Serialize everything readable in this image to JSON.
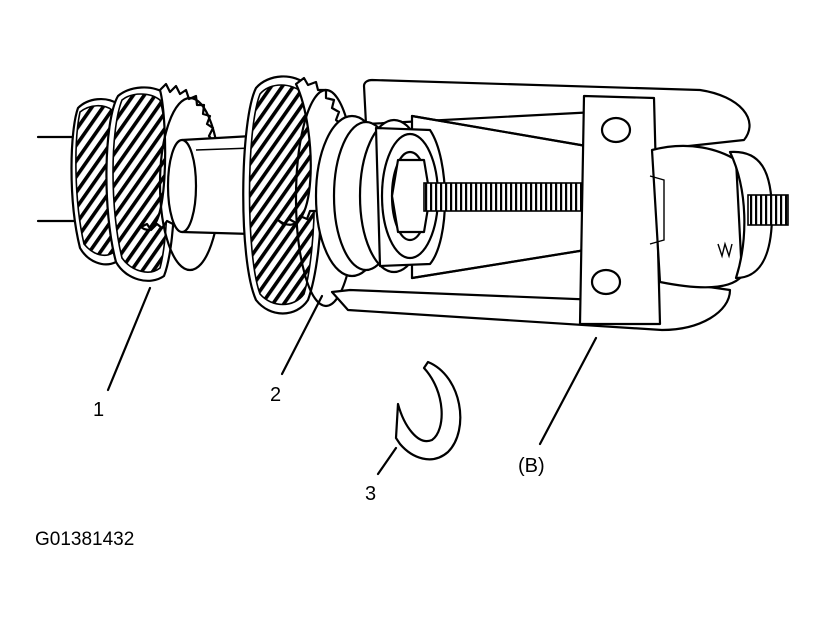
{
  "labels": {
    "part1": "1",
    "part2": "2",
    "part3": "3",
    "toolB": "(B)"
  },
  "figure_id": "G01381432"
}
